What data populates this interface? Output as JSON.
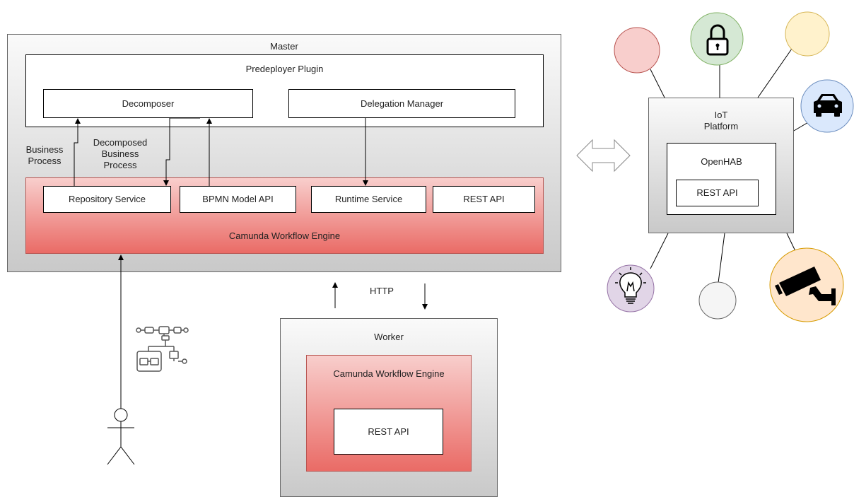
{
  "master": {
    "title": "Master",
    "plugin": {
      "title": "Predeployer Plugin",
      "decomposer": "Decomposer",
      "delegation_manager": "Delegation Manager"
    },
    "engine": {
      "title": "Camunda Workflow Engine",
      "services": [
        "Repository Service",
        "BPMN Model API",
        "Runtime Service",
        "REST API"
      ]
    },
    "label_business": "Business\nProcess",
    "label_decomposed": "Decomposed\nBusiness\nProcess"
  },
  "http_label": "HTTP",
  "worker": {
    "title": "Worker",
    "engine_title": "Camunda Workflow Engine",
    "rest_api": "REST API"
  },
  "iot": {
    "title": "IoT\nPlatform",
    "openhab": "OpenHAB",
    "rest_api": "REST API"
  },
  "colors": {
    "red_circle": "#f8cecc",
    "green_circle": "#d5e8d4",
    "yellow_circle": "#fff2cc",
    "blue_circle": "#dae8fc",
    "purple_circle": "#e1d5e7",
    "gray_circle": "#f5f5f5",
    "orange_circle": "#ffe6cc"
  },
  "icons": [
    "lock-icon",
    "car-icon",
    "lightbulb-icon",
    "camera-icon",
    "bpmn-diagram-icon",
    "actor-icon",
    "bidirectional-arrow-icon"
  ]
}
